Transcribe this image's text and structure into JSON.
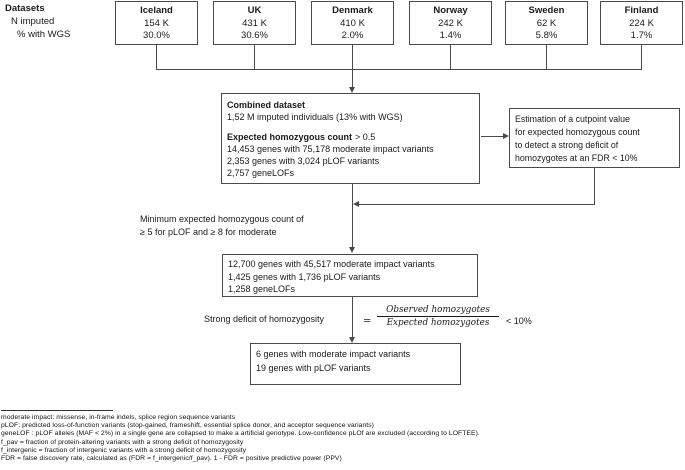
{
  "colors": {
    "line": "#4a4a4a",
    "text": "#1a1a1a"
  },
  "legend": {
    "title": "Datasets",
    "row2": "N imputed",
    "row3": "% with WGS"
  },
  "datasets": [
    {
      "name": "Iceland",
      "n_imputed": "154 K",
      "pct_wgs": "30.0%"
    },
    {
      "name": "UK",
      "n_imputed": "431 K",
      "pct_wgs": "30.6%"
    },
    {
      "name": "Denmark",
      "n_imputed": "410 K",
      "pct_wgs": "2.0%"
    },
    {
      "name": "Norway",
      "n_imputed": "242 K",
      "pct_wgs": "1.4%"
    },
    {
      "name": "Sweden",
      "n_imputed": "62 K",
      "pct_wgs": "5.8%"
    },
    {
      "name": "Finland",
      "n_imputed": "224 K",
      "pct_wgs": "1.7%"
    }
  ],
  "combined": {
    "title": "Combined dataset",
    "subtitle": "1,52 M imputed individuals (13% with WGS)",
    "criterion_bold": "Expected homozygous count",
    "criterion_math": "> 0.5",
    "lines": [
      "14,453 genes with 75,178 moderate impact variants",
      "2,353 genes with 3,024 pLOF variants",
      "2,757 geneLOFs"
    ]
  },
  "estimation": {
    "lines": [
      "Estimation of a cutpoint value",
      "for expected homozygous count",
      "to detect a strong deficit of",
      "homozygotes at an FDR < 10%"
    ]
  },
  "min_note": {
    "line1": "Minimum expected homozygous count of",
    "line2": "≥ 5 for pLOF and ≥ 8 for moderate"
  },
  "filtered": {
    "lines": [
      "12,700 genes with 45,517 moderate impact variants",
      "1,425 genes with 1,736 pLOF variants",
      "1,258 geneLOFs"
    ]
  },
  "deficit": {
    "label": "Strong deficit of homozygosity",
    "equals": "=",
    "numerator": "Observed homozygotes",
    "denominator": "Expected homozygotes",
    "threshold": "< 10%"
  },
  "final": {
    "lines": [
      "6 genes with moderate impact variants",
      "19 genes with pLOF variants"
    ]
  },
  "footnotes": [
    "moderate impact: missense, in-frame indels, splice region sequence variants",
    "pLOF: predicted loss-of-function variants (stop-gained, frameshift, essential splice donor, and acceptor sequence variants)",
    "geneLOF : pLOF alleles (MAF < 2%) in a single gene are collapsed to make a artificial genotype. Low-confidence pLOf are excluded (according to LOFTEE).",
    "f_pav = fraction of protein-altering variants with a strong deficit of homozygosity",
    "f_intergenic = fraction of intergenic variants with a strong deficit of homozygosity",
    "FDR = false discovery rate, calculated as (FDR = f_intergenic/f_pav). 1 - FDR = positive predictive power (PPV)"
  ]
}
